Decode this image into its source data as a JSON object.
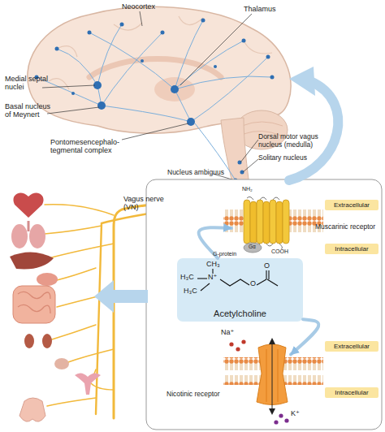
{
  "diagram": {
    "nodes": [
      {
        "text": [
          "Extracellular"
        ]
      },
      {
        "text": [
          "Intracellular"
        ]
      },
      {
        "text": [
          "Muscarinic receptor"
        ]
      },
      {
        "text": [
          "Acetylcholine"
        ]
      },
      {
        "text": [
          "Extracellular"
        ]
      },
      {
        "text": [
          "Intracellular"
        ]
      },
      {
        "text": [
          "Nicotinic receptor"
        ]
      }
    ],
    "edges": [
      {
        "from": 3,
        "to": 2,
        "arrow": "to"
      },
      {
        "from": 3,
        "to": 6,
        "arrow": "to"
      }
    ],
    "labels": [
      "Neocortex",
      "Thalamus",
      "Medial septal nuclei",
      "Basal nucleus of Meynert",
      "Pontomesencephalo-tegmental complex",
      "Dorsal motor vagus nucleus (medulla)",
      "Solitary nucleus",
      "Nucleus ambiguus",
      "Vagus nerve (VN)",
      "NH₂",
      "Gα",
      "G-protein",
      "COOH",
      "CH₃",
      "H₃C",
      "N⁺",
      "H₃C",
      "O",
      "O",
      "Na⁺",
      "K⁺"
    ]
  }
}
